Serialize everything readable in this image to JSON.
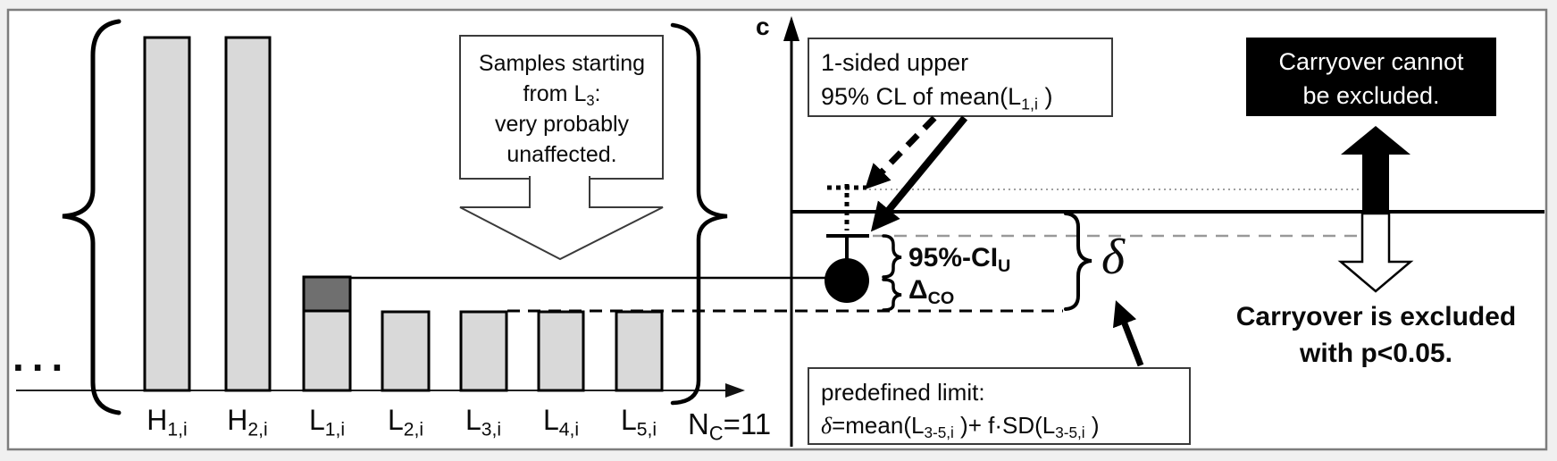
{
  "colors": {
    "outer_background": "#f0f0f0",
    "inner_background": "#ffffff",
    "frame_border": "#7d7d7d",
    "bar_fill": "#d9d9d9",
    "bar_dark_segment": "#6f6f6f",
    "line_black": "#000000",
    "line_gray": "#9a9a9a",
    "cannot_box_bg": "#000000",
    "cannot_box_text": "#ffffff"
  },
  "left_chart": {
    "ellipsis": "...",
    "bars": [
      {
        "base": "H",
        "sub": "1,i"
      },
      {
        "base": "H",
        "sub": "2,i"
      },
      {
        "base": "L",
        "sub": "1,i"
      },
      {
        "base": "L",
        "sub": "2,i"
      },
      {
        "base": "L",
        "sub": "3,i"
      },
      {
        "base": "L",
        "sub": "4,i"
      },
      {
        "base": "L",
        "sub": "5,i"
      }
    ],
    "n_label": {
      "base": "N",
      "sub": "C",
      "rest": "=11"
    },
    "callout": {
      "line1": "Samples starting",
      "line2_pre": "from L",
      "line2_sub": "3",
      "line2_post": ":",
      "line3": "very probably",
      "line4": "unaffected."
    }
  },
  "right_chart": {
    "axis_label": "c",
    "cl_box": {
      "line1": "1-sided upper",
      "line2_pre": "95% CL of mean(L",
      "line2_sub": "1,i",
      "line2_post": " )"
    },
    "ci_label": {
      "pre": "95%-CI",
      "sub": "U"
    },
    "delta_co": {
      "base": "Δ",
      "sub": "CO"
    },
    "delta_symbol": "δ",
    "limit_box": {
      "line1": "predefined limit:",
      "delta": "δ",
      "line2_p1": "=mean(L",
      "line2_s1": "3-5,i",
      "line2_p2": " )+ f·SD(L",
      "line2_s2": "3-5,i",
      "line2_p3": " )"
    }
  },
  "verdict": {
    "cannot_box": {
      "line1": "Carryover cannot",
      "line2": "be excluded."
    },
    "excluded": {
      "line1": "Carryover is excluded",
      "line2": "with p<0.05."
    }
  }
}
